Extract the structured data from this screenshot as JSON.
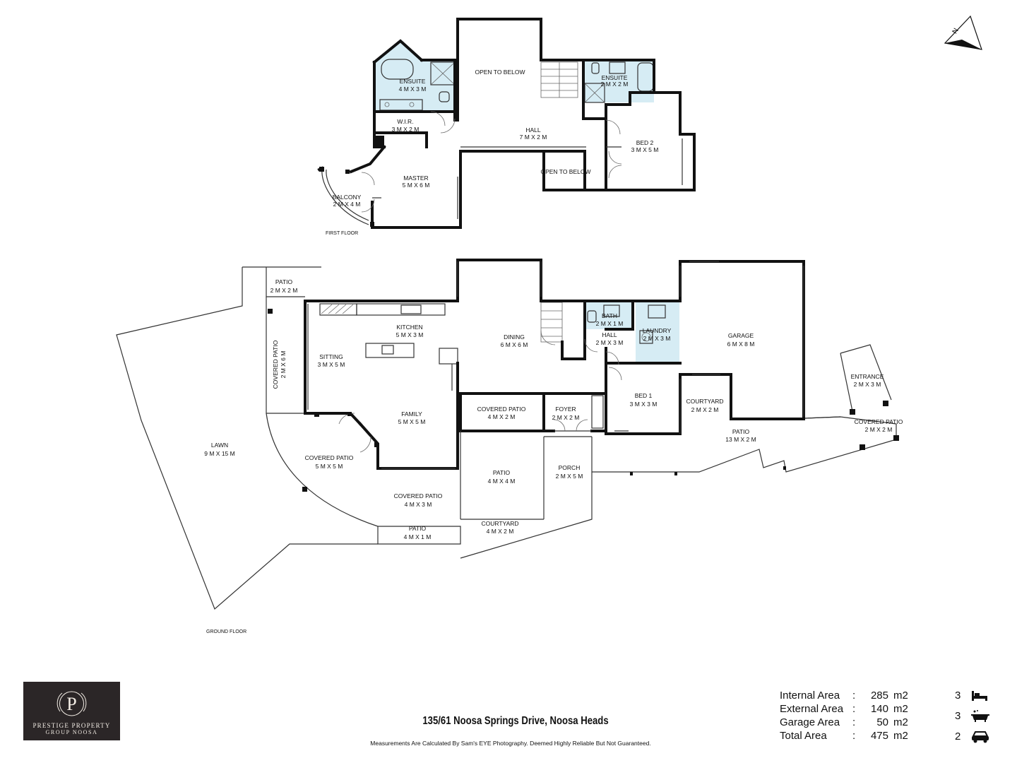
{
  "first_floor": {
    "label": "FIRST FLOOR",
    "rooms": [
      {
        "name": "ENSUITE",
        "dims": "4 M X 3 M"
      },
      {
        "name": "W.I.R.",
        "dims": "3 M X 2 M"
      },
      {
        "name": "OPEN TO BELOW",
        "dims": ""
      },
      {
        "name": "ENSUITE",
        "dims": "2 M X 2 M"
      },
      {
        "name": "HALL",
        "dims": "7 M X 2 M"
      },
      {
        "name": "BED 2",
        "dims": "3 M X 5 M"
      },
      {
        "name": "OPEN TO BELOW",
        "dims": ""
      },
      {
        "name": "MASTER",
        "dims": "5 M X 6 M"
      },
      {
        "name": "BALCONY",
        "dims": "2 M X 4 M"
      }
    ]
  },
  "ground_floor": {
    "label": "GROUND FLOOR",
    "rooms": [
      {
        "name": "PATIO",
        "dims": "2 M X 2 M"
      },
      {
        "name": "KITCHEN",
        "dims": "5 M X 3 M"
      },
      {
        "name": "SITTING",
        "dims": "3 M X 5 M"
      },
      {
        "name": "COVERED PATIO",
        "dims": "2 M X 6 M"
      },
      {
        "name": "DINING",
        "dims": "6 M X 6 M"
      },
      {
        "name": "BATH",
        "dims": "2 M X 1 M"
      },
      {
        "name": "HALL",
        "dims": "2 M X 3 M"
      },
      {
        "name": "LAUNDRY",
        "dims": "2 M X 3 M"
      },
      {
        "name": "GARAGE",
        "dims": "6 M X 8 M"
      },
      {
        "name": "ENTRANCE",
        "dims": "2 M X 3 M"
      },
      {
        "name": "FAMILY",
        "dims": "5 M X 5 M"
      },
      {
        "name": "COVERED PATIO",
        "dims": "4 M X 2 M"
      },
      {
        "name": "FOYER",
        "dims": "2 M X 2 M"
      },
      {
        "name": "BED 1",
        "dims": "3 M X 3 M"
      },
      {
        "name": "COURTYARD",
        "dims": "2 M X 2 M"
      },
      {
        "name": "COVERED PATIO",
        "dims": "2 M X 2 M"
      },
      {
        "name": "PATIO",
        "dims": "13 M X 2 M"
      },
      {
        "name": "LAWN",
        "dims": "9 M X 15 M"
      },
      {
        "name": "COVERED PATIO",
        "dims": "5 M X 5 M"
      },
      {
        "name": "PATIO",
        "dims": "4 M X 4 M"
      },
      {
        "name": "PORCH",
        "dims": "2 M X 5 M"
      },
      {
        "name": "COVERED PATIO",
        "dims": "4 M X 3 M"
      },
      {
        "name": "COURTYARD",
        "dims": "4 M X 2 M"
      },
      {
        "name": "PATIO",
        "dims": "4 M X 1 M"
      }
    ]
  },
  "compass": {
    "label": "N"
  },
  "logo": {
    "monogram": "P",
    "line1": "PRESTIGE PROPERTY",
    "line2": "GROUP NOOSA"
  },
  "address": "135/61 Noosa Springs Drive, Noosa Heads",
  "disclaimer": "Measurements Are Calculated By Sam's EYE Photography. Deemed Highly Reliable But Not Guaranteed.",
  "areas": [
    {
      "label": "Internal Area",
      "value": "285",
      "unit": "m2"
    },
    {
      "label": "External Area",
      "value": "140",
      "unit": "m2"
    },
    {
      "label": "Garage Area",
      "value": "50",
      "unit": "m2"
    },
    {
      "label": "Total Area",
      "value": "475",
      "unit": "m2"
    }
  ],
  "counts": {
    "bedrooms": "3",
    "bathrooms": "3",
    "cars": "2"
  },
  "icons": [
    "bed-icon",
    "bath-icon",
    "car-icon",
    "compass-icon"
  ]
}
